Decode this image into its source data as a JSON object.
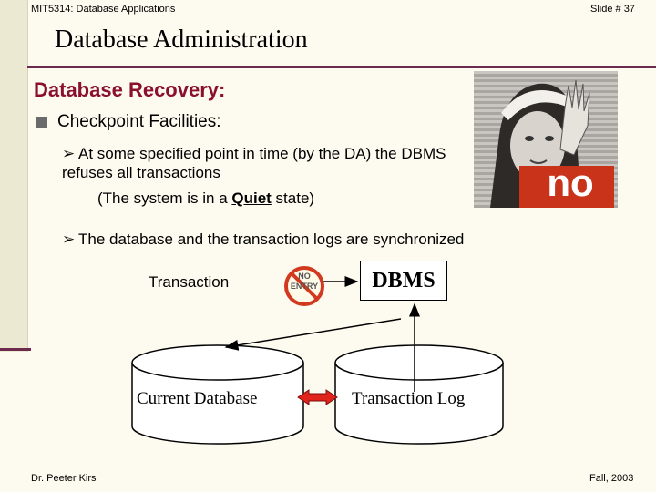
{
  "header": {
    "course": "MIT5314: Database Applications",
    "slide_number": "Slide # 37"
  },
  "title": "Database Administration",
  "section_heading": "Database Recovery:",
  "bullet": "Checkpoint Facilities:",
  "sub_bullets": [
    {
      "text": "At some specified point in time (by the DA) the DBMS refuses all transactions",
      "note_prefix": "(The system is in a ",
      "note_emphasis": "Quiet",
      "note_suffix": " state)"
    },
    {
      "text": "The database and the transaction logs are synchronized"
    }
  ],
  "diagram": {
    "transaction_label": "Transaction",
    "no_entry_sign": [
      "NO",
      "ENTRY"
    ],
    "dbms_label": "DBMS",
    "current_db_label": "Current Database",
    "transaction_log_label": "Transaction Log",
    "colors": {
      "sign": "#d23a1f",
      "sync_arrow": "#e0241b"
    }
  },
  "photo": {
    "stamp_text": "no",
    "stamp_color": "#c8331a"
  },
  "footer": {
    "author": "Dr. Peeter Kirs",
    "term": "Fall, 2003"
  }
}
